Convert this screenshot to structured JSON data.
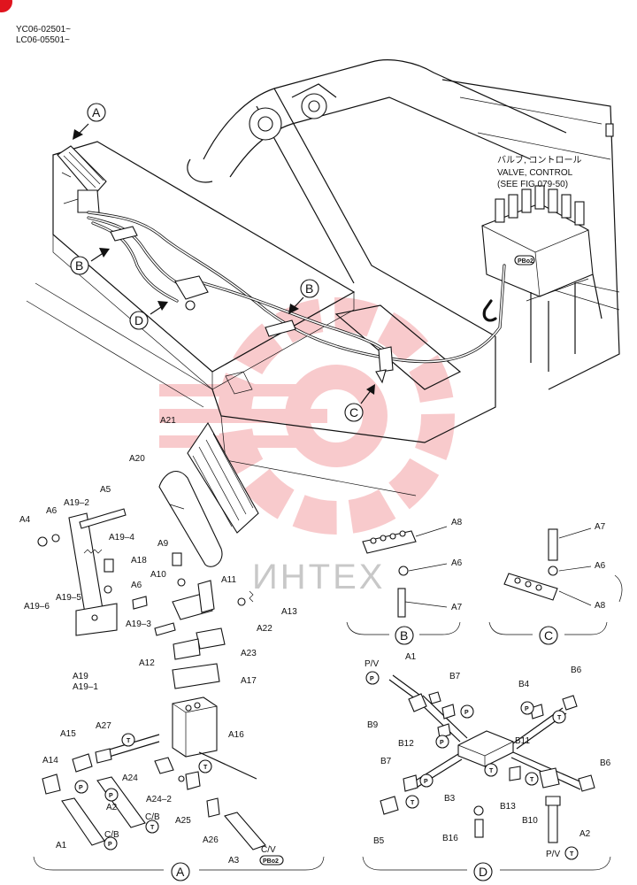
{
  "header": {
    "serial_1": "YC06-02501~",
    "serial_2": "LC06-05501~"
  },
  "valve_note": {
    "line_jp": "バルブ, コントロール",
    "line_en": "VALVE, CONTROL",
    "line_ref": "(SEE FIG 079-50)"
  },
  "watermark": {
    "text": "ИНТЕХ",
    "color": "#e0141e"
  },
  "view_labels": {
    "A": "A",
    "B": "B",
    "C": "C",
    "D": "D"
  },
  "badges": {
    "P": "P",
    "T": "T",
    "PBo2": "PBo2"
  },
  "parts_a": {
    "A1": "A1",
    "A2": "A2",
    "A3": "A3",
    "A4": "A4",
    "A5": "A5",
    "A6": "A6",
    "A9": "A9",
    "A10": "A10",
    "A11": "A11",
    "A12": "A12",
    "A13": "A13",
    "A14": "A14",
    "A15": "A15",
    "A16": "A16",
    "A17": "A17",
    "A18": "A18",
    "A19": "A19",
    "A19_1": "A19–1",
    "A19_2": "A19–2",
    "A19_3": "A19–3",
    "A19_4": "A19–4",
    "A19_5": "A19–5",
    "A19_6": "A19–6",
    "A20": "A20",
    "A21": "A21",
    "A22": "A22",
    "A23": "A23",
    "A24": "A24",
    "A24_2": "A24–2",
    "A25": "A25",
    "A26": "A26",
    "A27": "A27",
    "CB": "C/B",
    "CV": "C/V"
  },
  "parts_b": {
    "A8": "A8",
    "A6": "A6",
    "A7": "A7"
  },
  "parts_c": {
    "A7": "A7",
    "A6": "A6",
    "A8": "A8"
  },
  "parts_d": {
    "PV": "P/V",
    "A1": "A1",
    "A2": "A2",
    "B3": "B3",
    "B4": "B4",
    "B5": "B5",
    "B6": "B6",
    "B7": "B7",
    "B9": "B9",
    "B10": "B10",
    "B11": "B11",
    "B12": "B12",
    "B13": "B13",
    "B16": "B16"
  }
}
